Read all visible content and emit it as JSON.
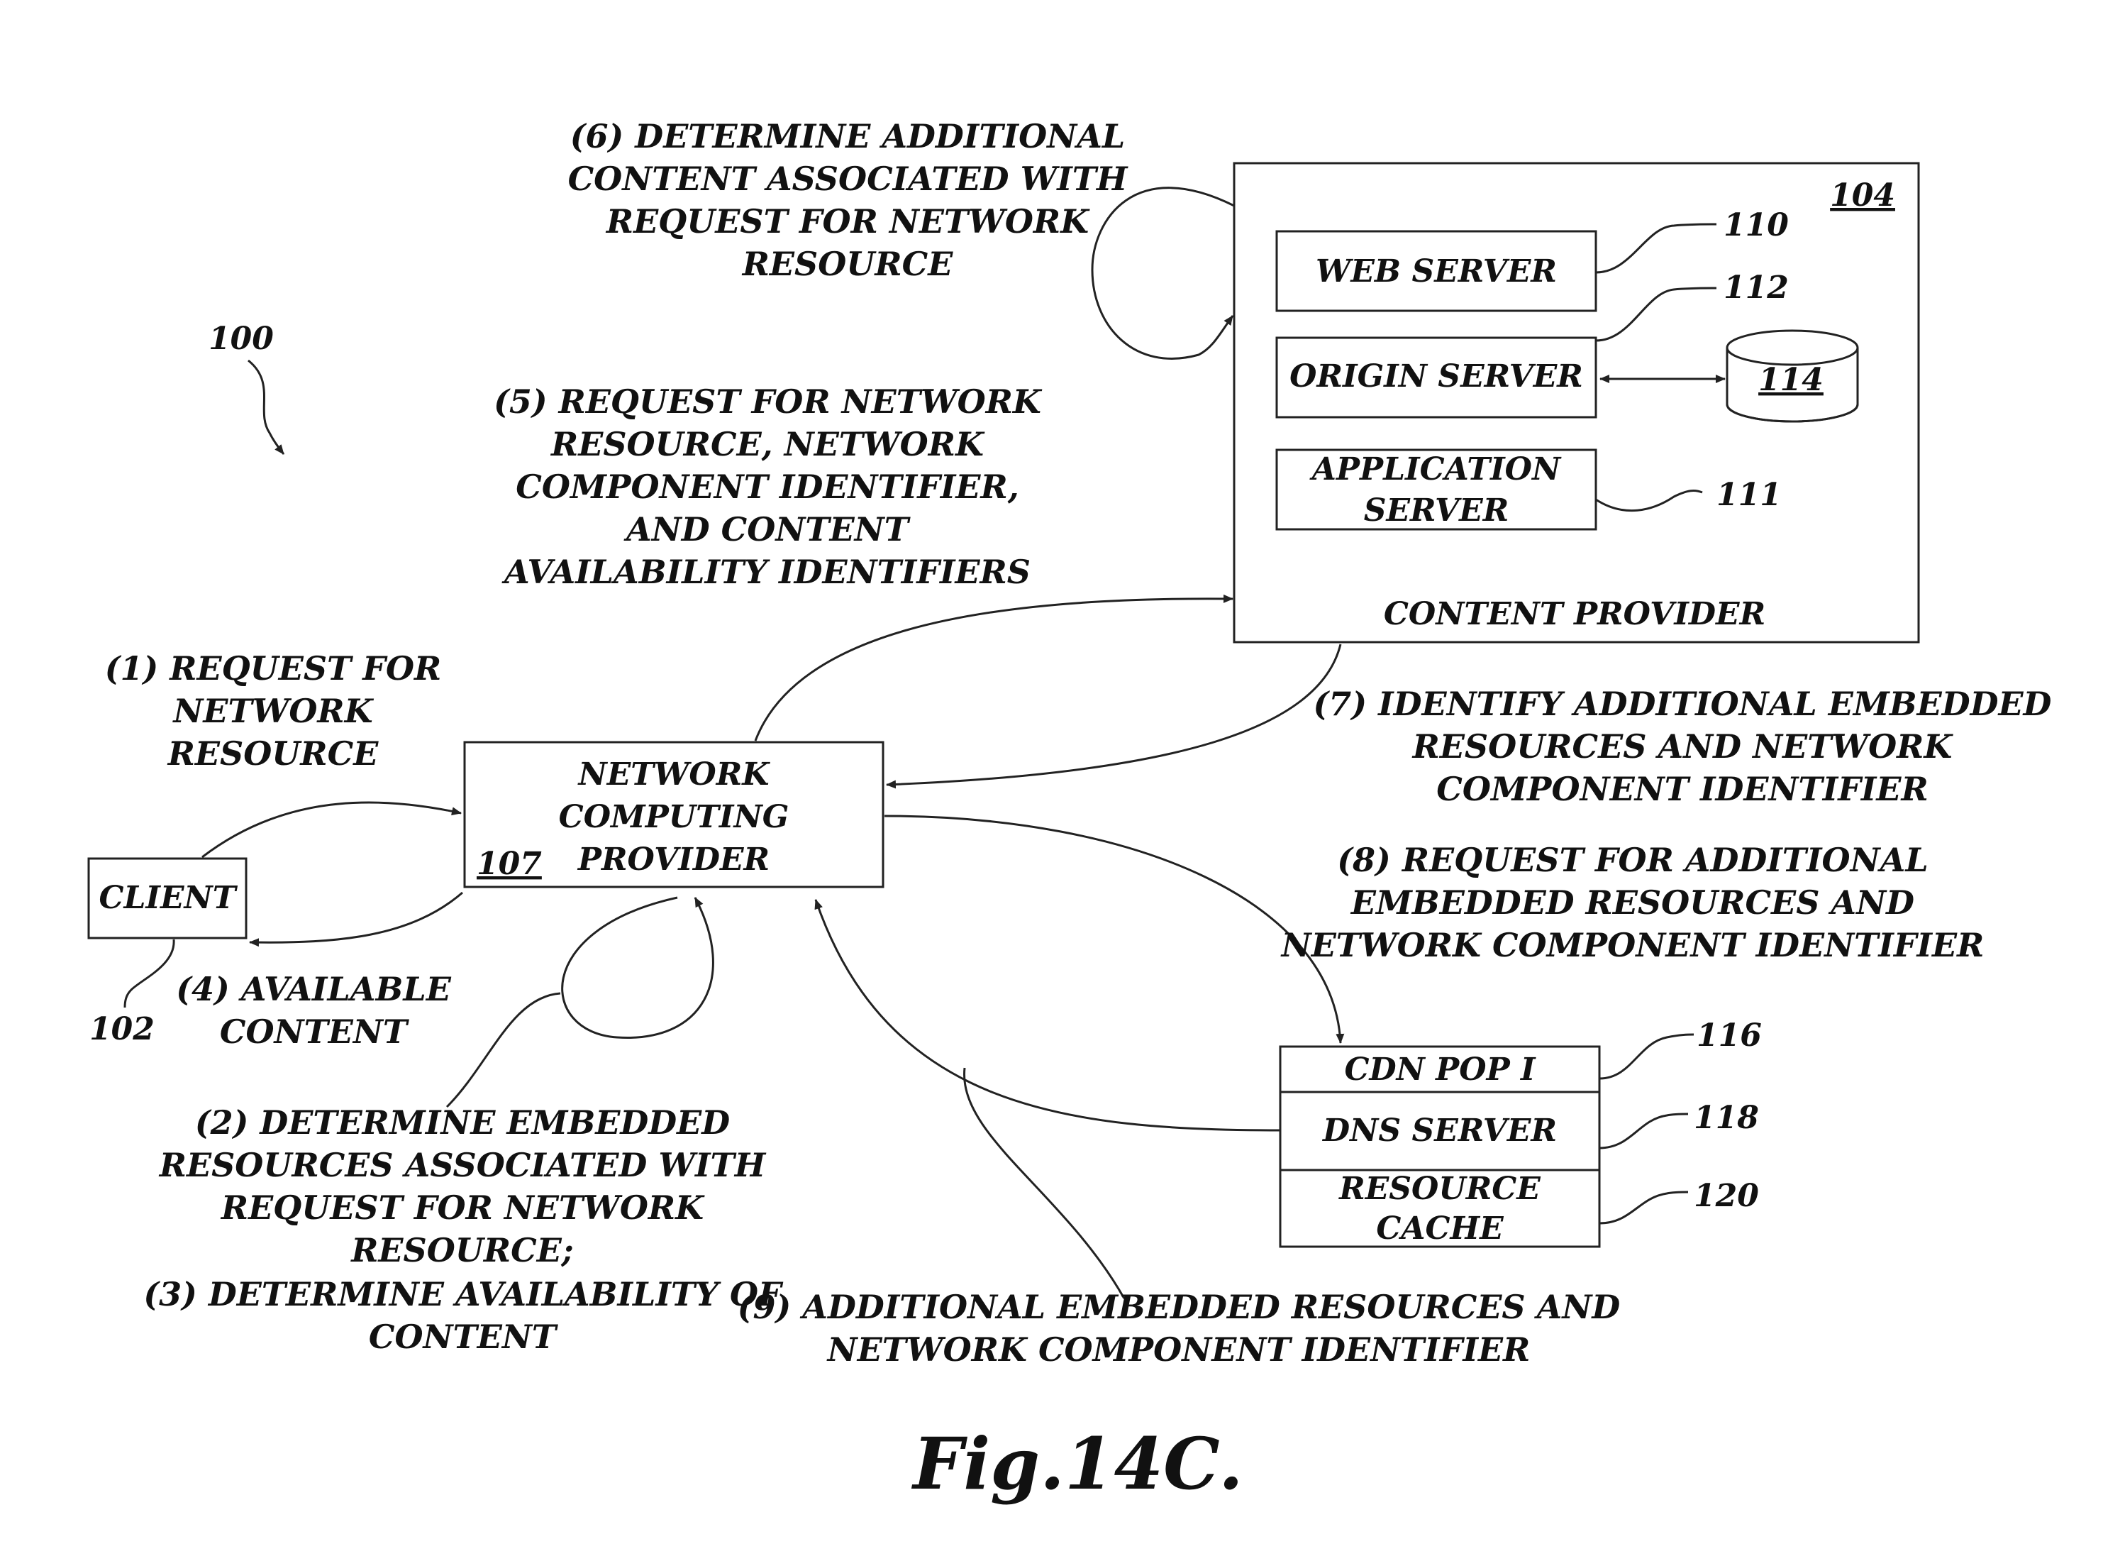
{
  "refs": {
    "system": "100",
    "client": "102",
    "content_provider": "104",
    "ncp": "107",
    "web_server": "110",
    "application_server": "111",
    "origin_server": "112",
    "storage": "114",
    "cdn_pop": "116",
    "dns_server": "118",
    "resource_cache": "120"
  },
  "nodes": {
    "client": "CLIENT",
    "ncp": [
      "NETWORK",
      "COMPUTING",
      "PROVIDER"
    ],
    "content_provider": "CONTENT PROVIDER",
    "web_server": "WEB SERVER",
    "origin_server": "ORIGIN SERVER",
    "application_server": [
      "APPLICATION",
      "SERVER"
    ],
    "cdn_pop": "CDN POP I",
    "dns_server": "DNS SERVER",
    "resource_cache": [
      "RESOURCE",
      "CACHE"
    ]
  },
  "steps": {
    "s1": [
      "(1) REQUEST FOR",
      "NETWORK",
      "RESOURCE"
    ],
    "s23": [
      "(2) DETERMINE EMBEDDED",
      "RESOURCES ASSOCIATED WITH",
      "REQUEST FOR NETWORK",
      "RESOURCE;",
      "(3) DETERMINE AVAILABILITY OF",
      "CONTENT"
    ],
    "s4": [
      "(4) AVAILABLE",
      "CONTENT"
    ],
    "s5": [
      "(5) REQUEST FOR NETWORK",
      "RESOURCE, NETWORK",
      "COMPONENT IDENTIFIER,",
      "AND CONTENT",
      "AVAILABILITY IDENTIFIERS"
    ],
    "s6": [
      "(6) DETERMINE ADDITIONAL",
      "CONTENT ASSOCIATED WITH",
      "REQUEST FOR NETWORK",
      "RESOURCE"
    ],
    "s7": [
      "(7) IDENTIFY ADDITIONAL EMBEDDED",
      "RESOURCES AND NETWORK",
      "COMPONENT IDENTIFIER"
    ],
    "s8": [
      "(8) REQUEST FOR ADDITIONAL",
      "EMBEDDED RESOURCES AND",
      "NETWORK COMPONENT IDENTIFIER"
    ],
    "s9": [
      "(9) ADDITIONAL EMBEDDED RESOURCES AND",
      "NETWORK COMPONENT IDENTIFIER"
    ]
  },
  "figure_label": "Fig.14C."
}
